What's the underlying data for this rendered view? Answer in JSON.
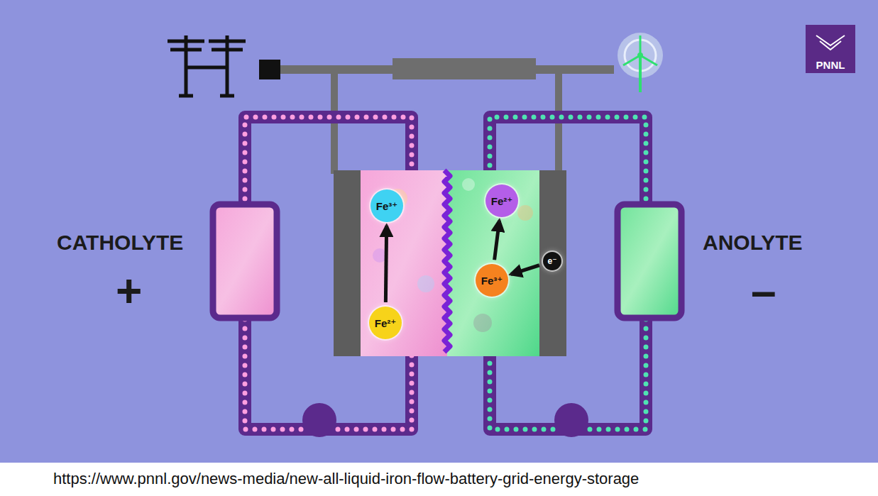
{
  "diagram": {
    "nodes": [
      {
        "text": [
          "Fe³⁺"
        ]
      },
      {
        "text": [
          "Fe²⁺"
        ]
      },
      {
        "text": [
          "Fe²⁺"
        ]
      },
      {
        "text": [
          "Fe³⁺"
        ]
      },
      {
        "text": [
          "e⁻"
        ]
      }
    ],
    "edges": [
      {
        "from": 1,
        "to": 0,
        "arrow": "to"
      },
      {
        "from": 3,
        "to": 2,
        "arrow": "to"
      },
      {
        "from": 4,
        "to": 3,
        "arrow": "to"
      }
    ],
    "labels": [
      "CATHOLYTE",
      "+",
      "ANOLYTE",
      "–",
      "PNNL",
      "https://www.pnnl.gov/news-media/new-all-liquid-iron-flow-battery-grid-energy-storage"
    ]
  }
}
